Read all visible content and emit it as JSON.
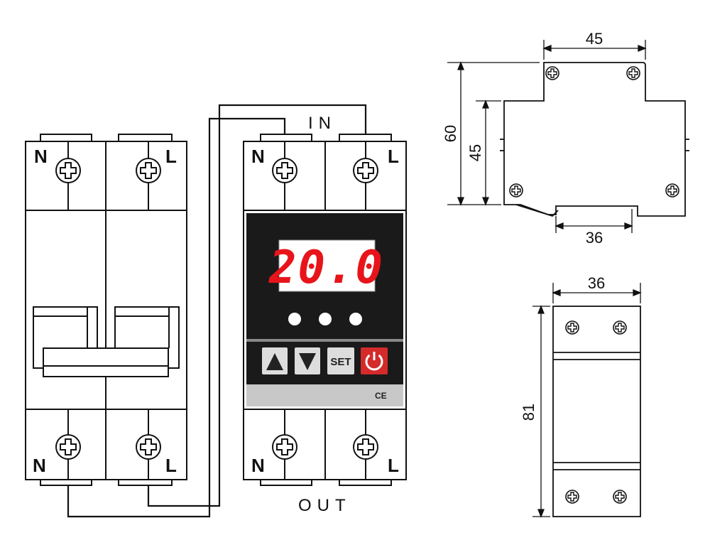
{
  "labels": {
    "neutral": "N",
    "line": "L",
    "input": "IN",
    "output": "OUT"
  },
  "display": {
    "reading": "20.0",
    "set_button": "SET",
    "ce_mark": "CE"
  },
  "dimensions": {
    "side_width": "45",
    "side_height_outer": "60",
    "side_height_inner": "45",
    "side_base": "36",
    "front_width": "36",
    "front_height": "81"
  },
  "colors": {
    "line": "#111111",
    "display_red": "#e8141b",
    "panel_dark": "#1a1a1a",
    "power_red": "#d42a2a",
    "footer_gray": "#c8c8c8"
  }
}
